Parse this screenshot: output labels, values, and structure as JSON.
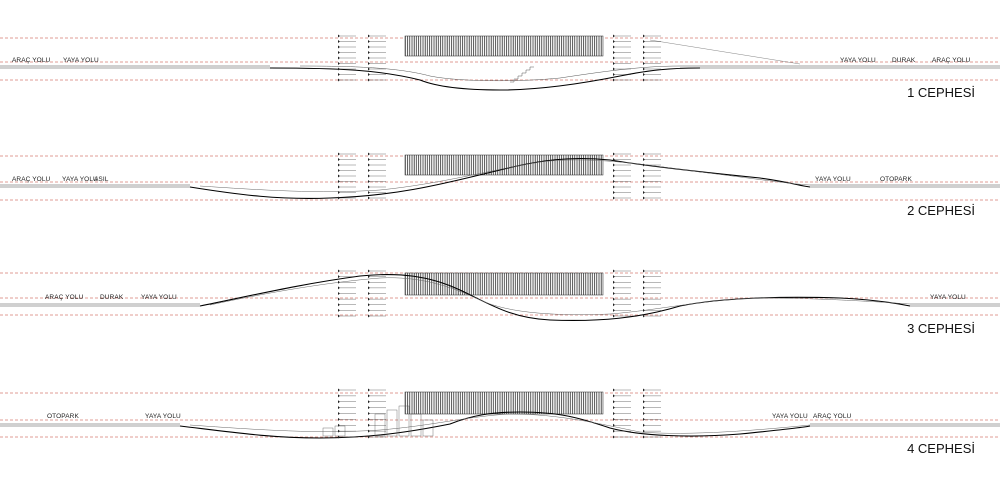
{
  "colors": {
    "datum": "#c0392b",
    "ink": "#222222",
    "ground_line": "#000000",
    "pale_band": "#d9d9d9"
  },
  "sections": [
    {
      "title": "1 CEPHESİ",
      "labels": [
        "ARAÇ YOLU",
        "YAYA YOLU",
        "YAYA YOLU",
        "DURAK",
        "ARAÇ YOLU"
      ],
      "floor_tag": ""
    },
    {
      "title": "2 CEPHESİ",
      "labels": [
        "ARAÇ YOLU",
        "YAYA YOLU",
        "ASIL",
        "YAYA YOLU",
        "OTOPARK"
      ],
      "floor_tag": ""
    },
    {
      "title": "3 CEPHESİ",
      "labels": [
        "ARAÇ YOLU",
        "DURAK",
        "YAYA YOLU",
        "YAYA YOLU"
      ],
      "floor_tag": ""
    },
    {
      "title": "4 CEPHESİ",
      "labels": [
        "OTOPARK",
        "YAYA YOLU",
        "YAYA YOLU",
        "ARAÇ YOLU"
      ],
      "floor_tag": ""
    }
  ]
}
